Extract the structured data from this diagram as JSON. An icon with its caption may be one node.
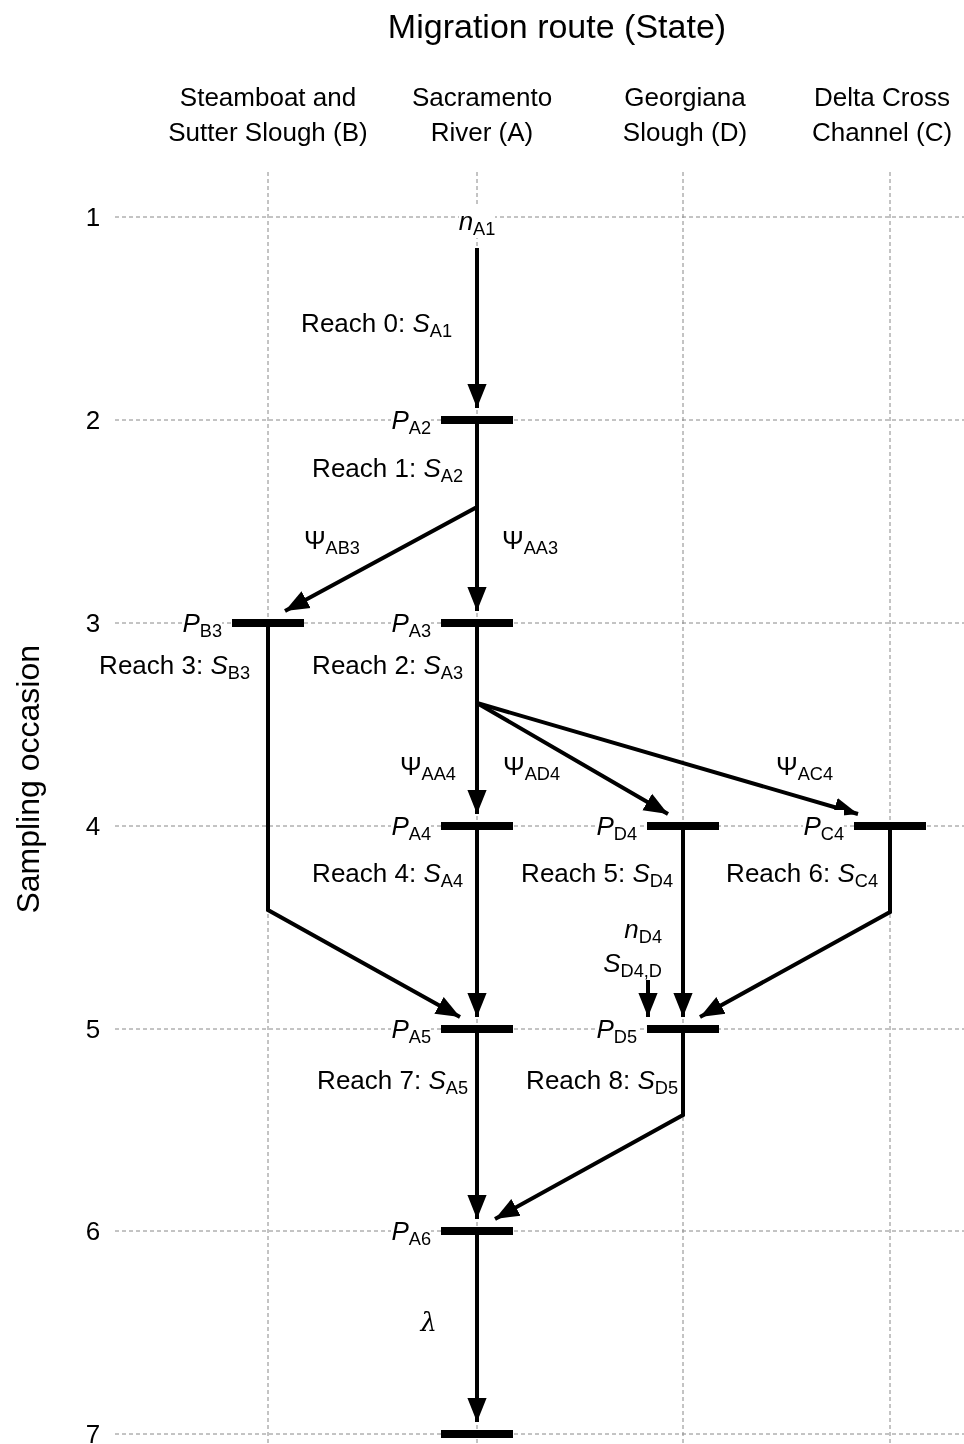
{
  "diagram": {
    "title": "Migration route (State)",
    "nodes": [
      {
        "text": [
          "*n*$_{A1}$"
        ]
      },
      {
        "text": [
          "*P*$_{A2}$"
        ]
      },
      {
        "text": [
          "*P*$_{B3}$"
        ]
      },
      {
        "text": [
          "*P*$_{A3}$"
        ]
      },
      {
        "text": [
          "*P*$_{A4}$"
        ]
      },
      {
        "text": [
          "*P*$_{D4}$"
        ]
      },
      {
        "text": [
          "*P*$_{C4}$"
        ]
      },
      {
        "text": [
          "*n*$_{D4}$",
          "*S*$_{D4,D}$"
        ]
      },
      {
        "text": [
          "*P*$_{A5}$"
        ]
      },
      {
        "text": [
          "*P*$_{D5}$"
        ]
      },
      {
        "text": [
          "*P*$_{A6}$"
        ]
      },
      {
        "text": [],
        "shape": "bar"
      }
    ],
    "edges": [
      {
        "from": 0,
        "to": 1,
        "arrow": "to",
        "label": "Reach 0: *S*$_{A1}$"
      },
      {
        "from": 1,
        "to": 2,
        "arrow": "to",
        "label": "Ψ$_{AB3}$"
      },
      {
        "from": 1,
        "to": 3,
        "arrow": "to",
        "label": "Ψ$_{AA3}$"
      },
      {
        "from": 3,
        "to": 4,
        "arrow": "to",
        "label": "Ψ$_{AA4}$"
      },
      {
        "from": 3,
        "to": 5,
        "arrow": "to",
        "label": "Ψ$_{AD4}$"
      },
      {
        "from": 3,
        "to": 6,
        "arrow": "to",
        "label": "Ψ$_{AC4}$"
      },
      {
        "from": 2,
        "to": 8,
        "arrow": "to",
        "label": "Reach 3: *S*$_{B3}$"
      },
      {
        "from": 4,
        "to": 8,
        "arrow": "to",
        "label": "Reach 4: *S*$_{A4}$"
      },
      {
        "from": 5,
        "to": 9,
        "arrow": "to",
        "label": "Reach 5: *S*$_{D4}$"
      },
      {
        "from": 6,
        "to": 9,
        "arrow": "to",
        "label": "Reach 6: *S*$_{C4}$"
      },
      {
        "from": 7,
        "to": 9,
        "arrow": "to"
      },
      {
        "from": 8,
        "to": 10,
        "arrow": "to",
        "label": "Reach 7: *S*$_{A5}$"
      },
      {
        "from": 9,
        "to": 10,
        "arrow": "to",
        "label": "Reach 8: *S*$_{D5}$"
      },
      {
        "from": 10,
        "to": 11,
        "arrow": "to",
        "label": "λ"
      }
    ],
    "labels": [
      "Steamboat and Sutter Slough (B)",
      "Sacramento River (A)",
      "Georgiana Slough (D)",
      "Delta Cross Channel (C)",
      "Sampling occasion",
      "1",
      "2",
      "3",
      "4",
      "5",
      "6",
      "7",
      "Reach 1: *S*$_{A2}$",
      "Reach 2: *S*$_{A3}$"
    ]
  }
}
